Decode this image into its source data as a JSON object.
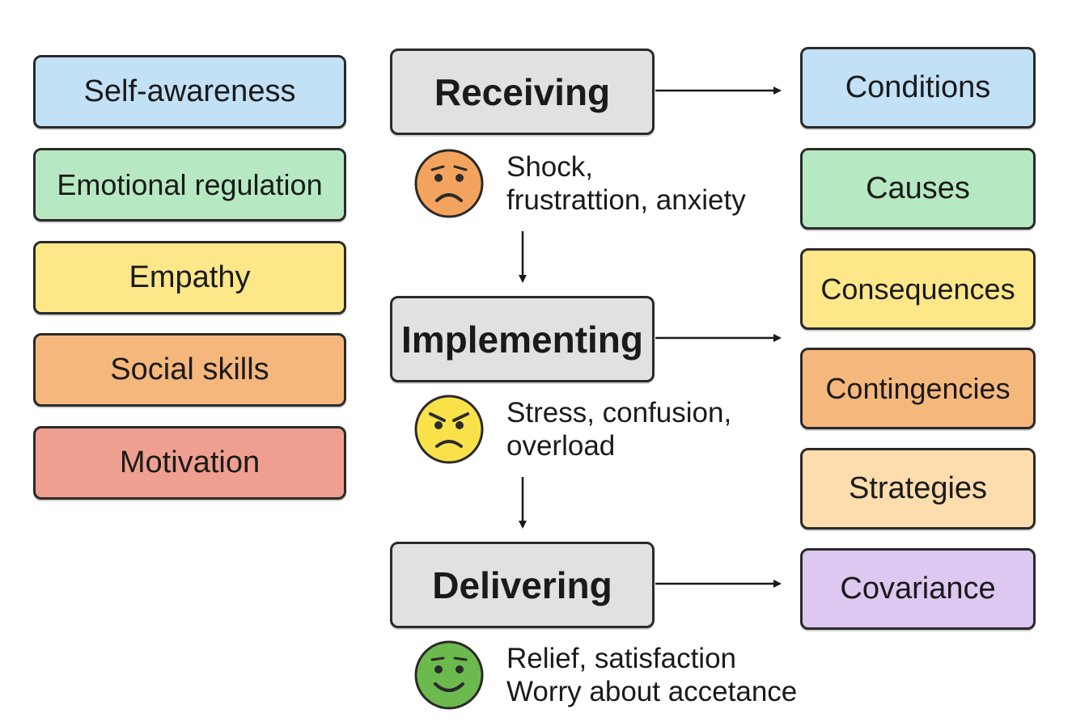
{
  "competencies": [
    {
      "label": "Self-awareness",
      "color": "#c2e1f6"
    },
    {
      "label": "Emotional regulation",
      "color": "#b6e9c2"
    },
    {
      "label": "Empathy",
      "color": "#fde788"
    },
    {
      "label": "Social skills",
      "color": "#f6b77c"
    },
    {
      "label": "Motivation",
      "color": "#ef9f8f"
    }
  ],
  "stages": [
    {
      "label": "Receiving"
    },
    {
      "label": "Implementing"
    },
    {
      "label": "Delivering"
    }
  ],
  "emotions": [
    {
      "lines": [
        "Shock,",
        "frustrattion, anxiety"
      ],
      "face": "sad-face-icon",
      "face_color": "#f4a35e"
    },
    {
      "lines": [
        "Stress, confusion,",
        "overload"
      ],
      "face": "angry-face-icon",
      "face_color": "#f9e14a"
    },
    {
      "lines": [
        "Relief, satisfaction",
        "Worry about accetance"
      ],
      "face": "smile-face-icon",
      "face_color": "#6cb94e"
    }
  ],
  "factors": [
    {
      "label": "Conditions",
      "color": "#c2e1f6"
    },
    {
      "label": "Causes",
      "color": "#b6e9c2"
    },
    {
      "label": "Consequences",
      "color": "#fde788"
    },
    {
      "label": "Contingencies",
      "color": "#f6b77c"
    },
    {
      "label": "Strategies",
      "color": "#fddcad"
    },
    {
      "label": "Covariance",
      "color": "#dcc8f0"
    }
  ]
}
